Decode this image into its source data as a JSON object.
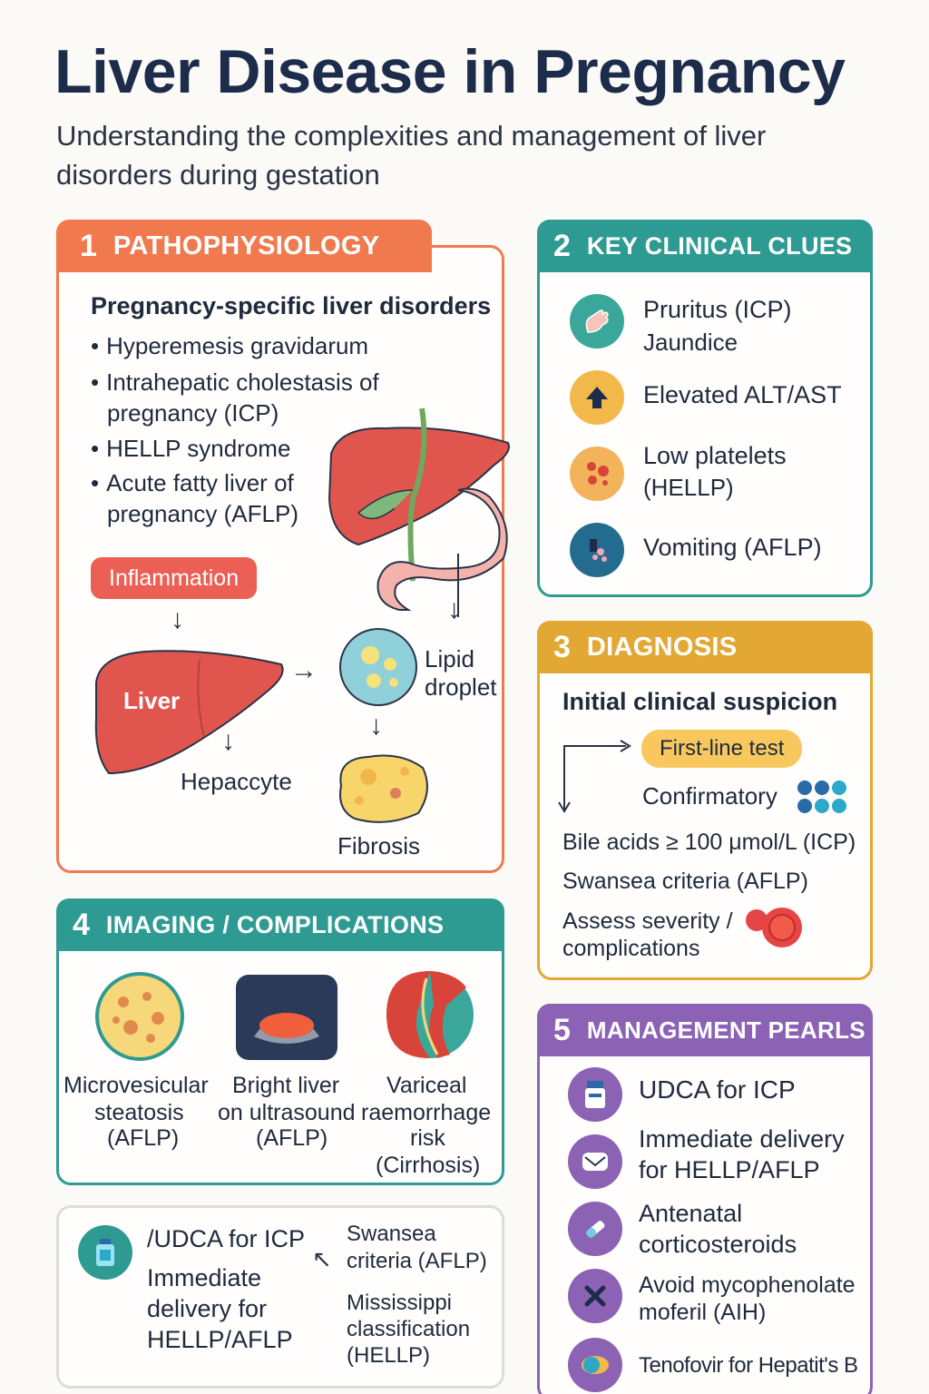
{
  "title": "Liver Disease in Pregnancy",
  "subtitle": "Understanding the complexities and management of liver disorders during gestation",
  "colors": {
    "orange": "#f07a4e",
    "teal": "#2e9b93",
    "gold": "#e3a733",
    "purple": "#8c62b5",
    "navy": "#1c2c4a"
  },
  "s1": {
    "num": "1",
    "label": "PATHOPHYSIOLOGY",
    "heading": "Pregnancy-specific liver disorders",
    "b1": "Hyperemesis gravidarum",
    "b2a": "Intrahepatic cholestasis of",
    "b2b": "pregnancy (ICP)",
    "b3": "HELLP syndrome",
    "b4a": "Acute fatty liver of",
    "b4b": "pregnancy (AFLP)",
    "inflammation": "Inflammation",
    "liver": "Liver",
    "hepatocyte": "Hepaccyte",
    "lipid1": "Lipid",
    "lipid2": "droplet",
    "fibrosis": "Fibrosis"
  },
  "s2": {
    "num": "2",
    "label": "KEY CLINICAL CLUES",
    "c1a": "Pruritus (ICP)",
    "c1b": "Jaundice",
    "c2": "Elevated ALT/AST",
    "c3a": "Low platelets",
    "c3b": "(HELLP)",
    "c4": "Vomiting (AFLP)"
  },
  "s3": {
    "num": "3",
    "label": "DIAGNOSIS",
    "heading": "Initial clinical suspicion",
    "firstline": "First-line test",
    "confirm": "Confirmatory",
    "l1": "Bile acids ≥ 100 μmol/L (ICP)",
    "l2": "Swansea criteria (AFLP)",
    "l3a": "Assess severity /",
    "l3b": "complications"
  },
  "s4": {
    "num": "4",
    "label": "IMAGING / COMPLICATIONS",
    "i1a": "Microvesicular",
    "i1b": "steatosis",
    "i1c": "(AFLP)",
    "i2a": "Bright liver",
    "i2b": "on ultrasound",
    "i2c": "(AFLP)",
    "i3a": "Variceal",
    "i3b": "raemorrhage",
    "i3c": "risk",
    "i3d": "(Cirrhosis)"
  },
  "s5": {
    "num": "5",
    "label": "MANAGEMENT PEARLS",
    "m1": "UDCA for ICP",
    "m2a": "Immediate delivery",
    "m2b": "for HELLP/AFLP",
    "m3a": "Antenatal",
    "m3b": "corticosteroids",
    "m4a": "Avoid mycophenolate",
    "m4b": "moferil (AIH)",
    "m5": "Tenofovir for Hepatit's B"
  },
  "s6": {
    "u1": "/UDCA for ICP",
    "u2": "Immediate",
    "u3": "delivery for",
    "u4": "HELLP/AFLP",
    "r1": "Swansea",
    "r2": "criteria (AFLP)",
    "r3": "Mississippi",
    "r4": "classification",
    "r5": "(HELLP)"
  }
}
